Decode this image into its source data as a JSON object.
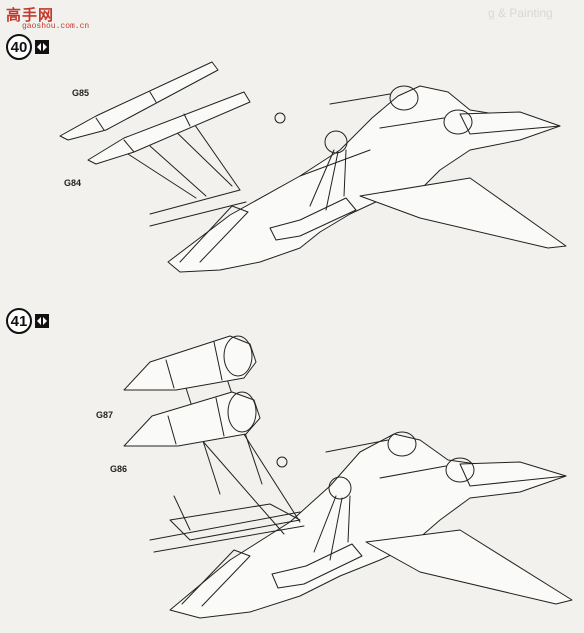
{
  "watermark": {
    "logo_text": "高手网",
    "url_text": "gaoshou.com.cn"
  },
  "header_ghost_text": "g & Painting",
  "steps": [
    {
      "number": "40",
      "icon": "mirror-arrows-icon",
      "parts": [
        {
          "id": "G85"
        },
        {
          "id": "G84"
        }
      ]
    },
    {
      "number": "41",
      "icon": "mirror-arrows-icon",
      "parts": [
        {
          "id": "G87"
        },
        {
          "id": "G86"
        }
      ]
    }
  ]
}
